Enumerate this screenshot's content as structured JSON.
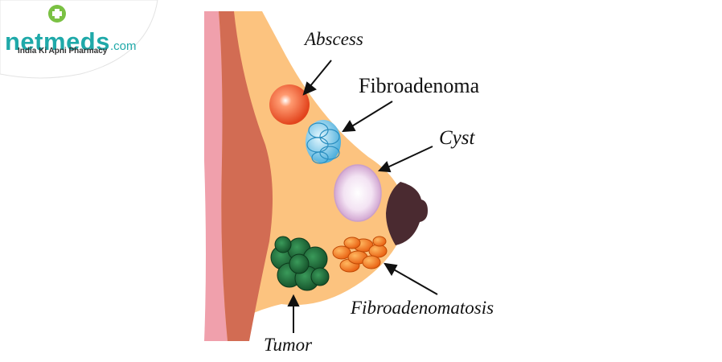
{
  "logo": {
    "brand": "netmeds",
    "domain": ".com",
    "tagline": "India Ki Apni Pharmacy",
    "brand_color": "#1fa9a9",
    "accent_color": "#7ac143"
  },
  "labels": {
    "abscess": "Abscess",
    "fibroadenoma": "Fibroadenoma",
    "cyst": "Cyst",
    "fibroadenomatosis": "Fibroadenomatosis",
    "tumor": "Tumor"
  },
  "colors": {
    "skin": "#fcc37f",
    "muscle": "#d26c53",
    "pink_layer": "#f0a0ac",
    "nipple": "#4a2a30",
    "abscess": "#f05a30",
    "fibroadenoma": "#6ac8e8",
    "cyst": "#e8c8e8",
    "fibroadenomatosis": "#f07818",
    "tumor": "#1e6a3a",
    "arrow": "#111111"
  }
}
